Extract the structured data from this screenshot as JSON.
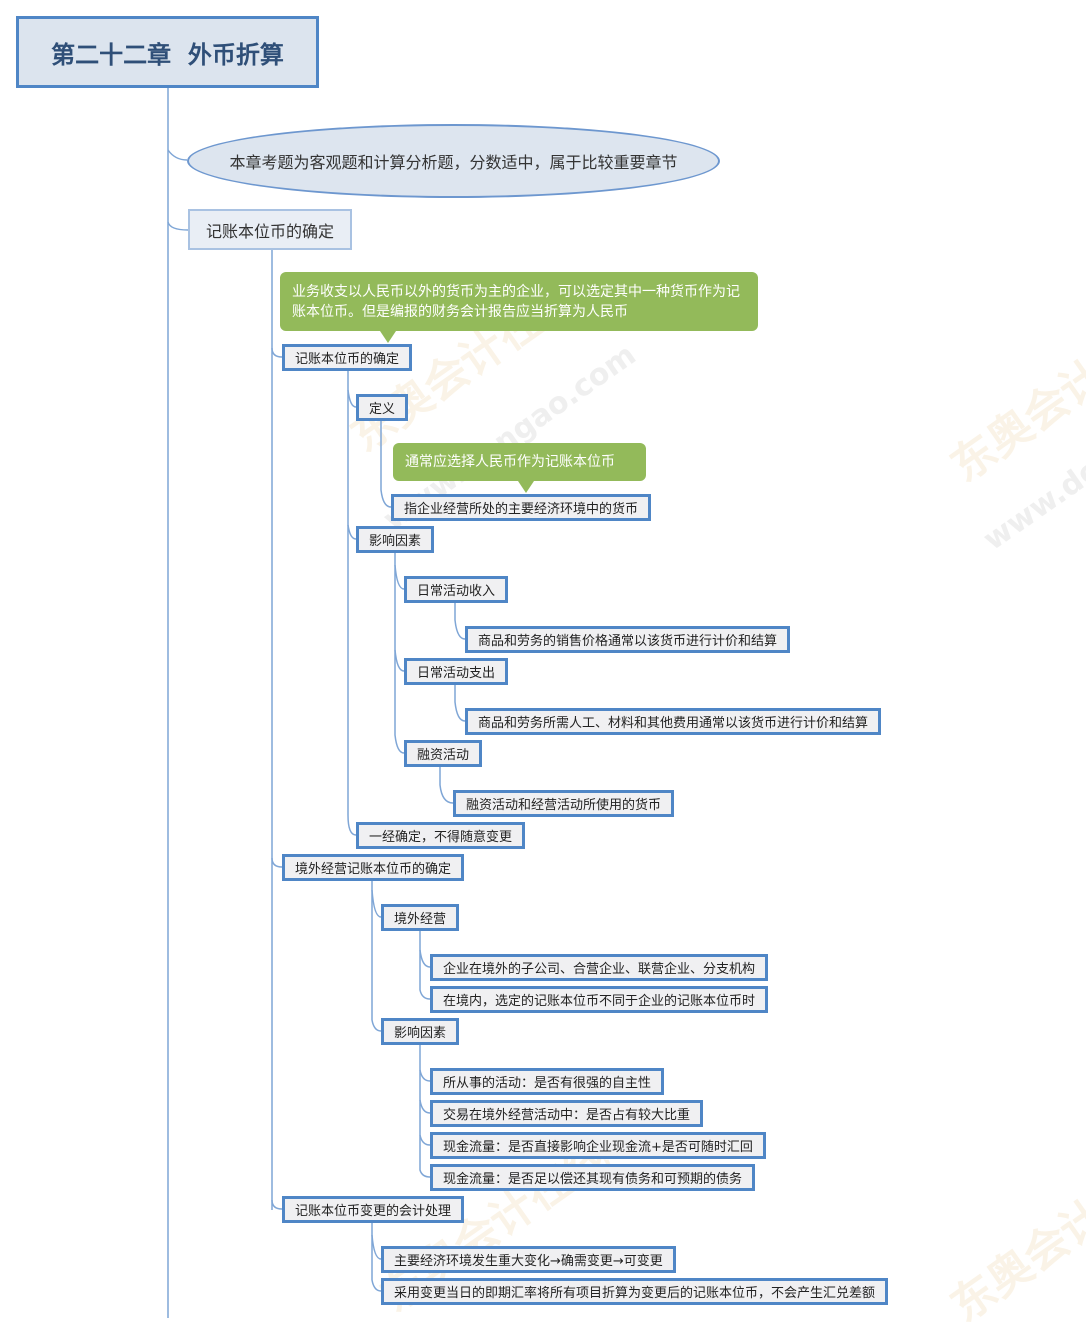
{
  "title": "第二十二章  外币折算",
  "summary": "本章考题为客观题和计算分析题，分数适中，属于比较重要章节",
  "section": "记账本位币的确定",
  "callouts": {
    "main": "业务收支以人民币以外的货币为主的企业，可以选定其中一种货币作为记账本位币。但是编报的财务会计报告应当折算为人民币",
    "definition": "通常应选择人民币作为记账本位币"
  },
  "nodes": {
    "determination": "记账本位币的确定",
    "definition": "定义",
    "definition_text": "指企业经营所处的主要经济环境中的货币",
    "factors": "影响因素",
    "daily_income": "日常活动收入",
    "daily_income_text": "商品和劳务的销售价格通常以该货币进行计价和结算",
    "daily_expense": "日常活动支出",
    "daily_expense_text": "商品和劳务所需人工、材料和其他费用通常以该货币进行计价和结算",
    "financing": "融资活动",
    "financing_text": "融资活动和经营活动所使用的货币",
    "no_change": "一经确定，不得随意变更",
    "overseas_determination": "境外经营记账本位币的确定",
    "overseas": "境外经营",
    "overseas_1": "企业在境外的子公司、合营企业、联营企业、分支机构",
    "overseas_2": "在境内，选定的记账本位币不同于企业的记账本位币时",
    "overseas_factors": "影响因素",
    "factor_1": "所从事的活动：是否有很强的自主性",
    "factor_2": "交易在境外经营活动中：是否占有较大比重",
    "factor_3": "现金流量：是否直接影响企业现金流+是否可随时汇回",
    "factor_4": "现金流量：是否足以偿还其现有债务和可预期的债务",
    "change": "记账本位币变更的会计处理",
    "change_1": "主要经济环境发生重大变化→确需变更→可变更",
    "change_2": "采用变更当日的即期汇率将所有项目折算为变更后的记账本位币，不会产生汇兑差额"
  },
  "watermark": [
    "东奥会计在线",
    "www.dongao.com"
  ]
}
